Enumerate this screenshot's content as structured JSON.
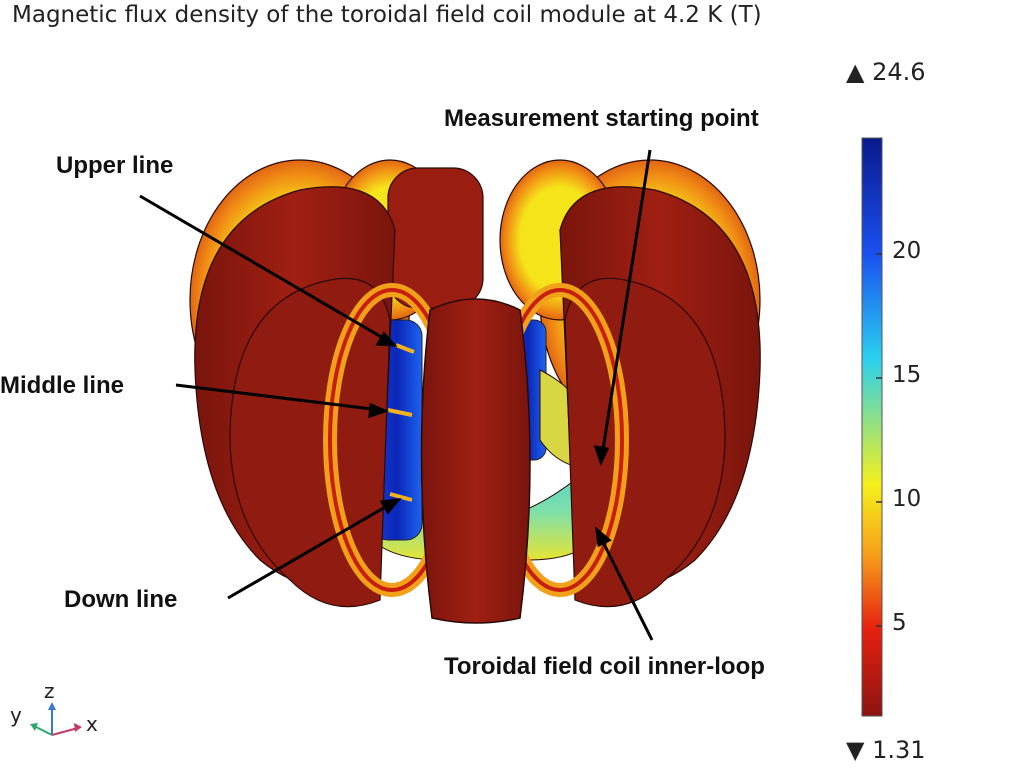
{
  "title": "Magnetic flux density of the toroidal field coil module at 4.2 K (T)",
  "colorbar": {
    "max_label": "24.6",
    "min_label": "1.31",
    "max_symbol": "▲",
    "min_symbol": "▼",
    "ticks": [
      "20",
      "15",
      "10",
      "5"
    ],
    "colors": [
      "#0a1a8c",
      "#1a4ff0",
      "#2ad0f0",
      "#f6f01a",
      "#f7a01a",
      "#e62010",
      "#8c1410"
    ]
  },
  "annotations": {
    "upper_line": "Upper line",
    "middle_line": "Middle line",
    "down_line": "Down line",
    "measurement_start": "Measurement starting point",
    "inner_loop": "Toroidal field coil inner-loop"
  },
  "axes_triad": {
    "y": "y",
    "z": "z",
    "x": "x"
  },
  "colors": {
    "coil_dark_red": "#8e1a10",
    "measurement_line": "#f2b21e"
  }
}
